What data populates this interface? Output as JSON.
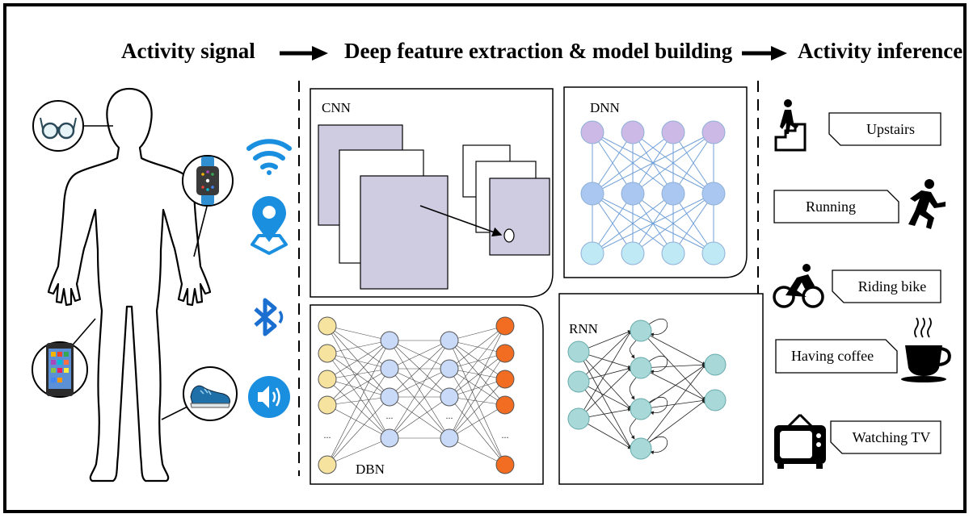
{
  "headers": {
    "activity_signal": "Activity signal",
    "deep_feature": "Deep feature extraction & model building",
    "activity_inference": "Activity inference"
  },
  "models": {
    "cnn": "CNN",
    "dnn": "DNN",
    "dbn": "DBN",
    "rnn": "RNN",
    "dbn_ellipsis": "..."
  },
  "activities": [
    {
      "label": "Upstairs",
      "icon": "stairs-climber-icon"
    },
    {
      "label": "Running",
      "icon": "runner-icon"
    },
    {
      "label": "Riding bike",
      "icon": "cyclist-icon"
    },
    {
      "label": "Having coffee",
      "icon": "coffee-cup-icon"
    },
    {
      "label": "Watching TV",
      "icon": "tv-icon"
    }
  ],
  "wearables": [
    "glasses-icon",
    "smartwatch-icon",
    "smartphone-icon",
    "shoe-icon"
  ],
  "signals": [
    "wifi-icon",
    "location-pin-icon",
    "bluetooth-icon",
    "sound-icon"
  ],
  "colors": {
    "signal_blue": "#1a8fe0",
    "cnn_map": "#cfcbe0",
    "dnn_top": "#cdb9e6",
    "dnn_mid": "#a9c7f0",
    "dnn_bottom": "#bfeaf5",
    "dbn_in": "#f7e3a0",
    "dbn_hidden": "#c9daf8",
    "dbn_out": "#f26d21",
    "rnn_node": "#a9d8d8"
  }
}
